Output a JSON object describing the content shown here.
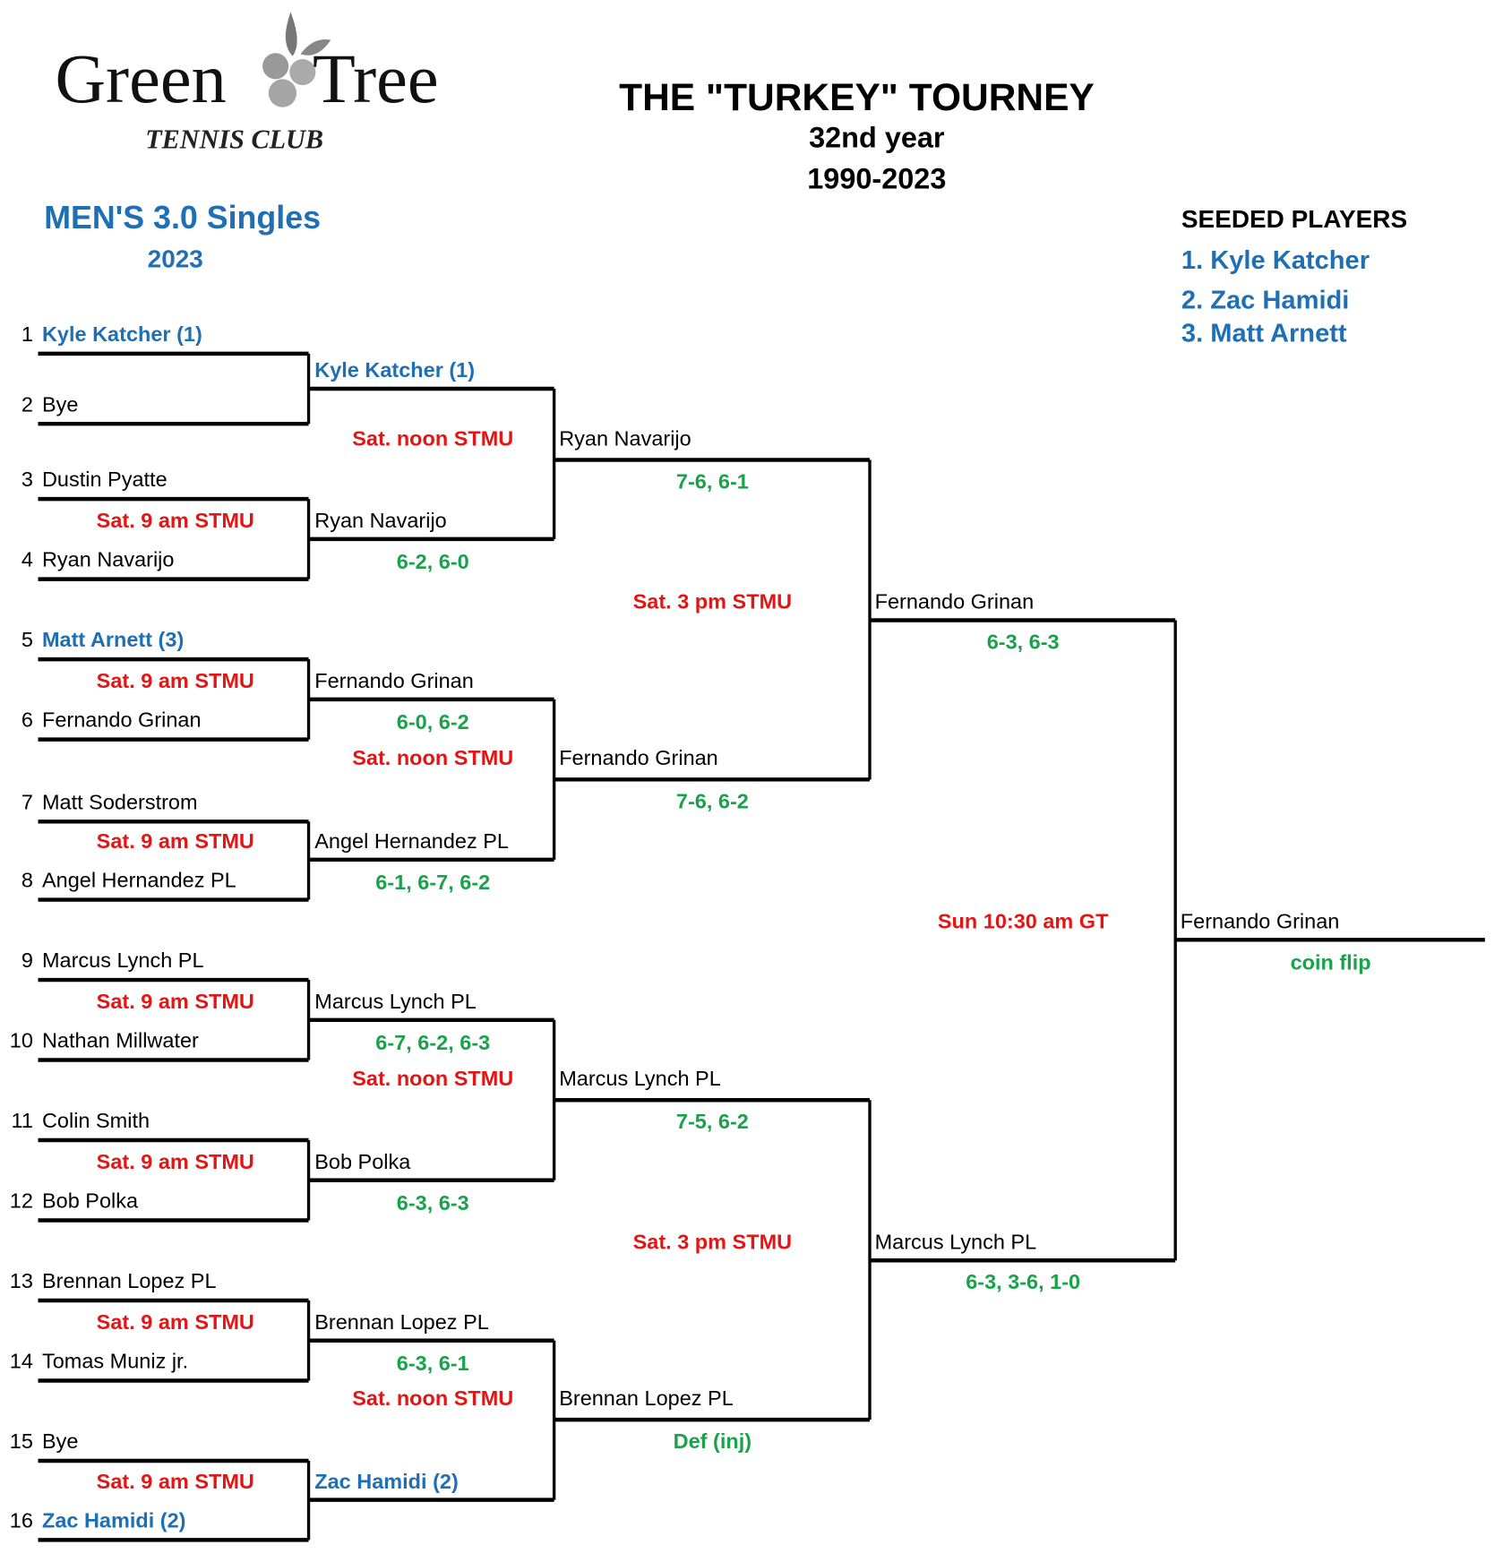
{
  "logo": {
    "word1": "Green",
    "word2": "Tree",
    "subtitle": "TENNIS CLUB"
  },
  "header": {
    "title": "THE \"TURKEY\" TOURNEY",
    "subtitle": "32nd year",
    "years": "1990-2023"
  },
  "division": {
    "title": "MEN'S 3.0 Singles",
    "year": "2023"
  },
  "seeded": {
    "heading": "SEEDED PLAYERS",
    "players": [
      "1. Kyle Katcher",
      "2. Zac Hamidi",
      "3. Matt Arnett"
    ]
  },
  "colors": {
    "blue": "#1f6fb5",
    "red": "#e31515",
    "green": "#1aa24a"
  },
  "round1": {
    "players": [
      {
        "seed": "1",
        "name": "Kyle Katcher (1)",
        "seeded": true
      },
      {
        "seed": "2",
        "name": "Bye"
      },
      {
        "seed": "3",
        "name": "Dustin Pyatte"
      },
      {
        "seed": "4",
        "name": "Ryan Navarijo"
      },
      {
        "seed": "5",
        "name": "Matt Arnett (3)",
        "seeded": true
      },
      {
        "seed": "6",
        "name": "Fernando Grinan"
      },
      {
        "seed": "7",
        "name": "Matt Soderstrom"
      },
      {
        "seed": "8",
        "name": "Angel Hernandez  PL"
      },
      {
        "seed": "9",
        "name": "Marcus Lynch PL"
      },
      {
        "seed": "10",
        "name": "Nathan Millwater"
      },
      {
        "seed": "11",
        "name": "Colin Smith"
      },
      {
        "seed": "12",
        "name": "Bob Polka"
      },
      {
        "seed": "13",
        "name": "Brennan Lopez  PL"
      },
      {
        "seed": "14",
        "name": "Tomas Muniz jr."
      },
      {
        "seed": "15",
        "name": "Bye"
      },
      {
        "seed": "16",
        "name": "Zac Hamidi (2)",
        "seeded": true
      }
    ],
    "schedules": [
      null,
      "Sat. 9 am STMU",
      "Sat. 9 am STMU",
      "Sat. 9 am STMU",
      "Sat. 9 am STMU",
      "Sat. 9 am STMU",
      "Sat. 9 am STMU",
      "Sat. 9 am STMU"
    ]
  },
  "round2": {
    "players": [
      {
        "name": "Kyle Katcher (1)",
        "seeded": true
      },
      {
        "name": "Ryan Navarijo"
      },
      {
        "name": "Fernando Grinan"
      },
      {
        "name": "Angel Hernandez PL"
      },
      {
        "name": "Marcus Lynch PL"
      },
      {
        "name": "Bob Polka"
      },
      {
        "name": "Brennan Lopez PL"
      },
      {
        "name": "Zac Hamidi (2)",
        "seeded": true
      }
    ],
    "scores": [
      null,
      "6-2, 6-0",
      "6-0, 6-2",
      "6-1, 6-7, 6-2",
      "6-7, 6-2, 6-3",
      "6-3, 6-3",
      "6-3, 6-1",
      null
    ],
    "schedules": [
      "Sat. noon STMU",
      "Sat. noon STMU",
      "Sat. noon STMU",
      "Sat. noon STMU"
    ]
  },
  "round3": {
    "players": [
      {
        "name": "Ryan Navarijo"
      },
      {
        "name": "Fernando Grinan"
      },
      {
        "name": "Marcus Lynch PL"
      },
      {
        "name": "Brennan Lopez PL"
      }
    ],
    "scores": [
      "7-6, 6-1",
      "7-6, 6-2",
      "7-5, 6-2",
      "Def (inj)"
    ],
    "schedules": [
      "Sat. 3 pm STMU",
      "Sat. 3 pm STMU"
    ]
  },
  "round4": {
    "players": [
      {
        "name": "Fernando Grinan"
      },
      {
        "name": "Marcus Lynch PL"
      }
    ],
    "scores": [
      "6-3, 6-3",
      "6-3, 3-6, 1-0"
    ],
    "schedules": [
      "Sun 10:30 am GT"
    ]
  },
  "champion": {
    "name": "Fernando Grinan",
    "score": "coin flip"
  }
}
